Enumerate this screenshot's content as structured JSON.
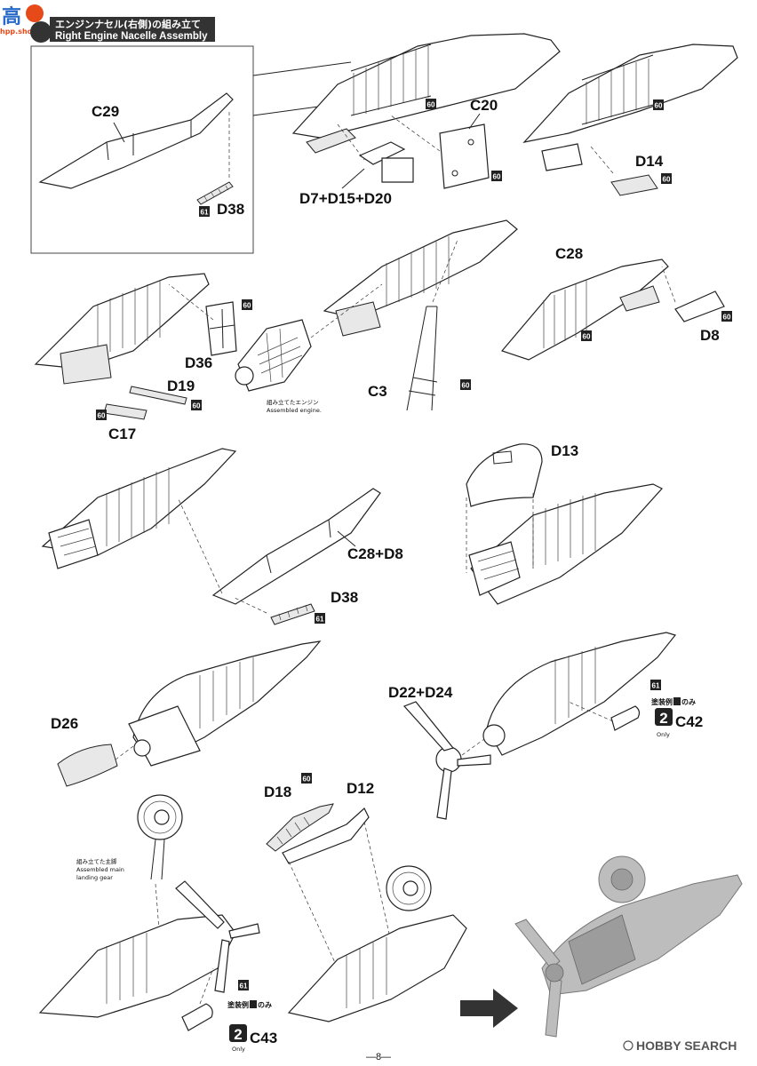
{
  "header": {
    "logo_glyph": "高",
    "site_text": "hpp.shop.com",
    "step_title_jp": "エンジンナセル(右側)の組み立て",
    "step_title_en": "Right Engine Nacelle Assembly"
  },
  "labels": {
    "c29": "C29",
    "d38_a": "D38",
    "d7_d15_d20": "D7+D15+D20",
    "c20": "C20",
    "d14": "D14",
    "c28": "C28",
    "d8": "D8",
    "d36": "D36",
    "d19": "D19",
    "c17": "C17",
    "c3": "C3",
    "d13": "D13",
    "c28_d8": "C28+D8",
    "d38_b": "D38",
    "d22_d24": "D22+D24",
    "d26": "D26",
    "c42": "C42",
    "d18": "D18",
    "d12": "D12",
    "c43": "C43"
  },
  "paint_badges": {
    "p61_a": "61",
    "p60_b": "60",
    "p60_c": "60",
    "p60_d": "60",
    "p60_e": "60",
    "p60_f": "60",
    "p60_g": "60",
    "p60_h": "60",
    "p60_i": "60",
    "p60_j": "60",
    "p61_k": "61",
    "p61_l": "61",
    "p60_m": "60",
    "p61_n": "61"
  },
  "notes": {
    "engine_jp": "組み立てたエンジン",
    "engine_en": "Assembled engine.",
    "gear_jp": "組み立てた主脚",
    "gear_en_1": "Assembled main",
    "gear_en_2": "landing gear"
  },
  "scheme_markers": {
    "c42_jp": "塗装例",
    "c42_jp_suffix": "のみ",
    "c42_num": "2",
    "c42_only": "Only",
    "c43_jp": "塗装例",
    "c43_jp_suffix": "のみ",
    "c43_num": "2",
    "c43_only": "Only"
  },
  "footer": {
    "page_number": "—8—",
    "watermark": "HOBBY SEARCH"
  }
}
